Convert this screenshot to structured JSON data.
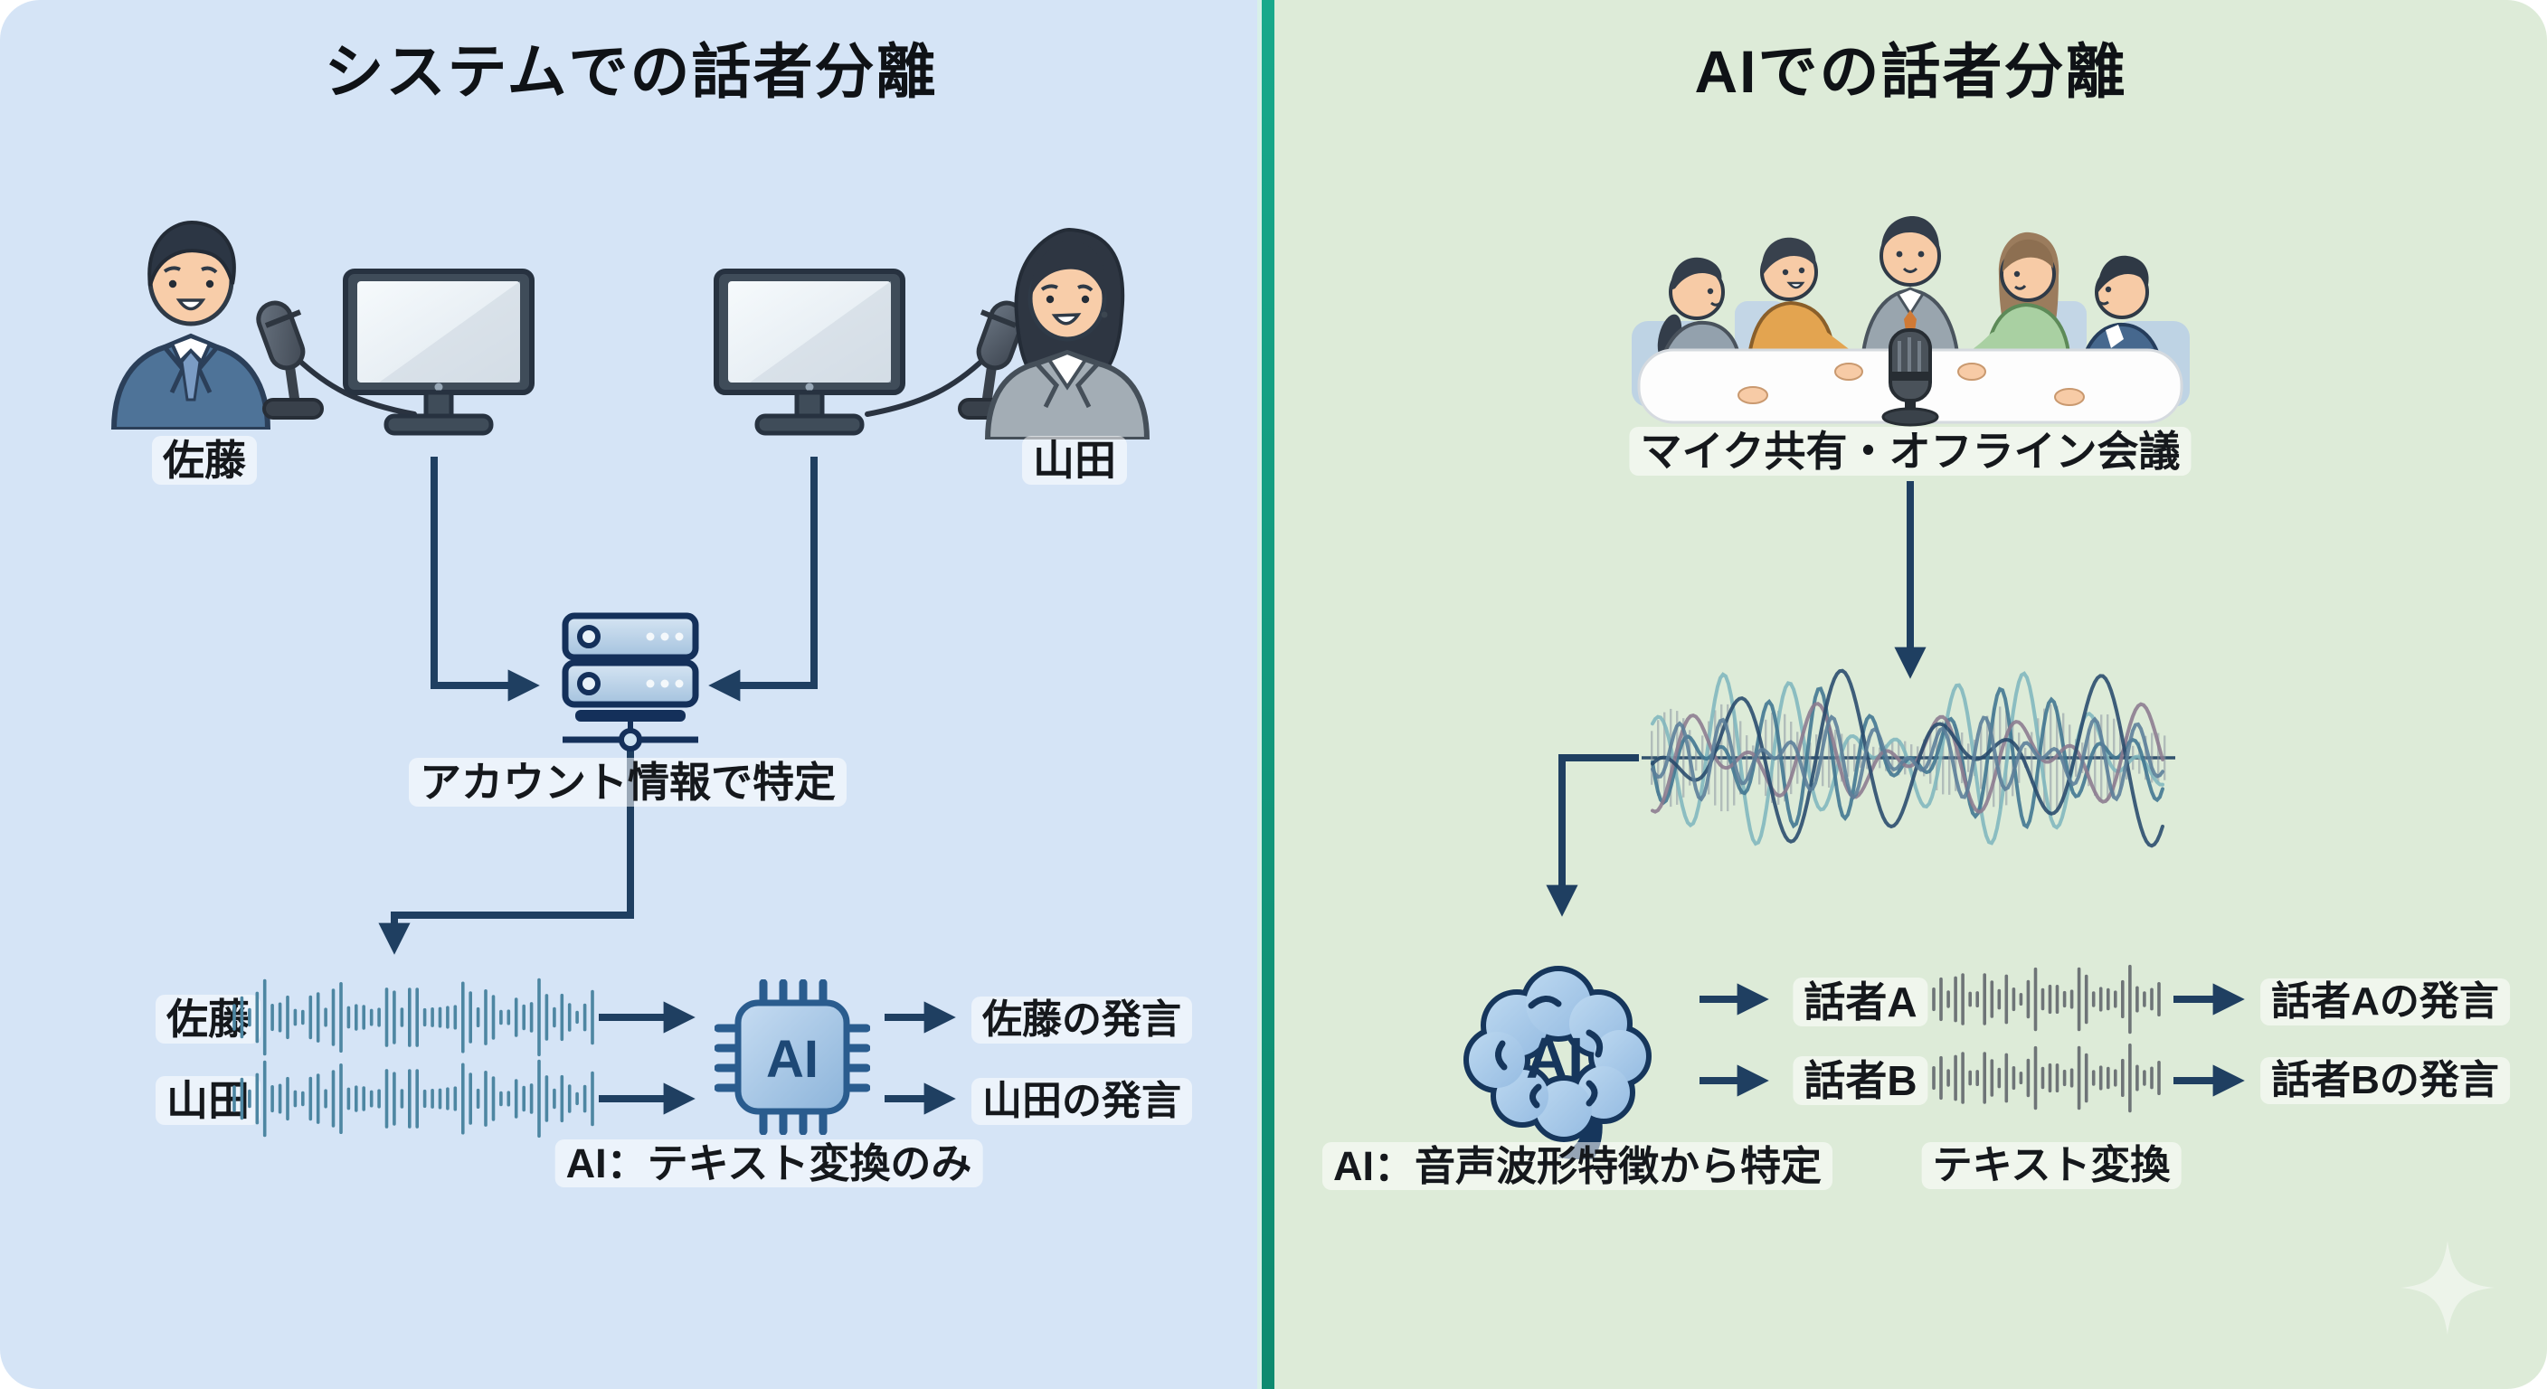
{
  "left": {
    "title": "システムでの話者分離",
    "speaker1": "佐藤",
    "speaker2": "山田",
    "server_label": "アカウント情報で特定",
    "row1_speaker": "佐藤",
    "row2_speaker": "山田",
    "row1_output": "佐藤の発言",
    "row2_output": "山田の発言",
    "ai_note": "AI：テキスト変換のみ",
    "chip_text": "AI"
  },
  "right": {
    "title": "AIでの話者分離",
    "meeting_caption": "マイク共有・オフライン会議",
    "ai_note": "AI：音声波形特徴から特定",
    "brain_text": "AI",
    "rowA_speaker": "話者A",
    "rowB_speaker": "話者B",
    "rowA_output": "話者Aの発言",
    "rowB_output": "話者Bの発言",
    "conversion_label": "テキスト変換"
  },
  "colors": {
    "left_bg": "#d5e4f6",
    "right_bg": "#ddebd8",
    "divider_teal": "#13997f",
    "line_navy": "#1f3f61",
    "waveform_left": "#4d86a2",
    "waveform_gray": "#6e7477",
    "wave_mix": [
      "#7fb6bd",
      "#3f7490",
      "#8b7a8e",
      "#27496b",
      "#5a7d99"
    ]
  },
  "icons": {
    "left": [
      "male-speaker-avatar",
      "podium-microphone",
      "desktop-monitor",
      "server-stack",
      "ai-chip",
      "audio-waveform-bars"
    ],
    "right": [
      "meeting-table-group",
      "shared-microphone",
      "mixed-audio-waveform",
      "ai-brain",
      "audio-waveform-bars",
      "sparkle"
    ]
  }
}
